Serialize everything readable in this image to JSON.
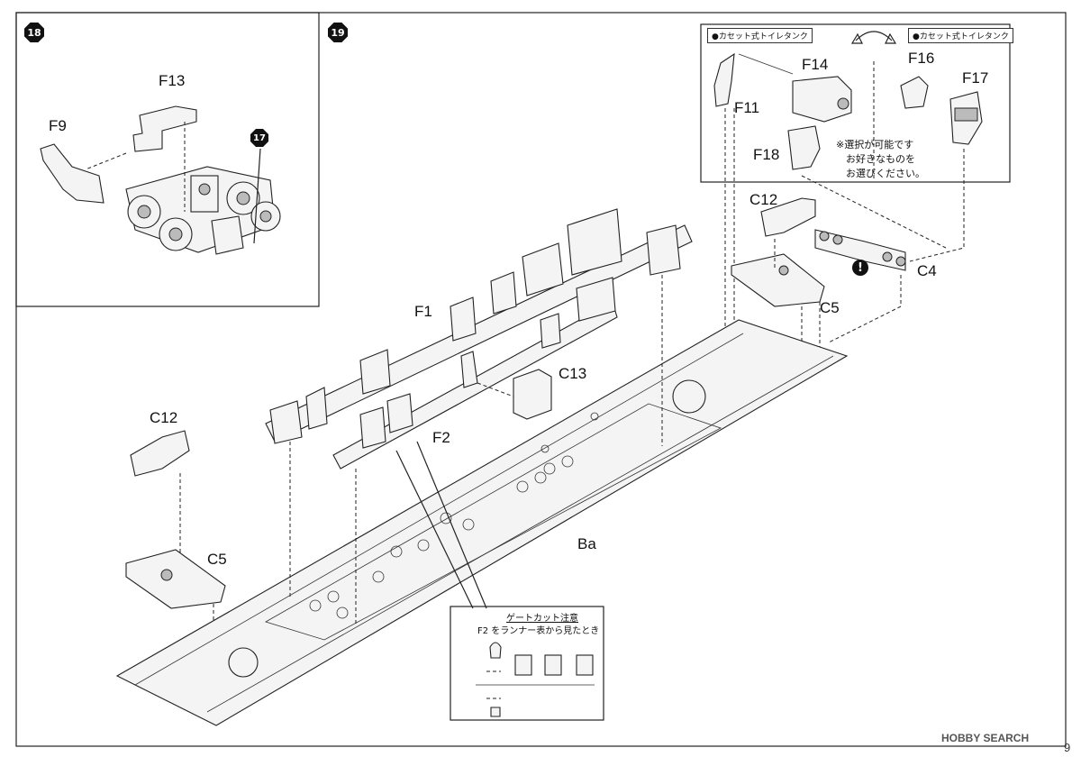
{
  "steps": {
    "step18": "18",
    "step19": "19",
    "step17_ref": "17"
  },
  "step18_labels": {
    "f13": "F13",
    "f9": "F9"
  },
  "toilet_tank": {
    "tag_left": "●カセット式トイレタンク",
    "tag_right": "●カセット式トイレタンク",
    "f14": "F14",
    "f11": "F11",
    "f18": "F18",
    "f16": "F16",
    "f17": "F17",
    "note_line1": "※選択が可能です",
    "note_line2": "お好きなものを",
    "note_line3": "お選びください。"
  },
  "parts": {
    "c12_top": "C12",
    "c4": "C4",
    "c5_right": "C5",
    "f1": "F1",
    "c13": "C13",
    "f2": "F2",
    "c12_left": "C12",
    "c5_left": "C5",
    "ba": "Ba",
    "warn_mark": "!"
  },
  "gate_cut": {
    "title": "ゲートカット注意",
    "subtitle": "F2 をランナー表から見たとき"
  },
  "footer": {
    "watermark": "HOBBY SEARCH",
    "page_number": "9"
  }
}
